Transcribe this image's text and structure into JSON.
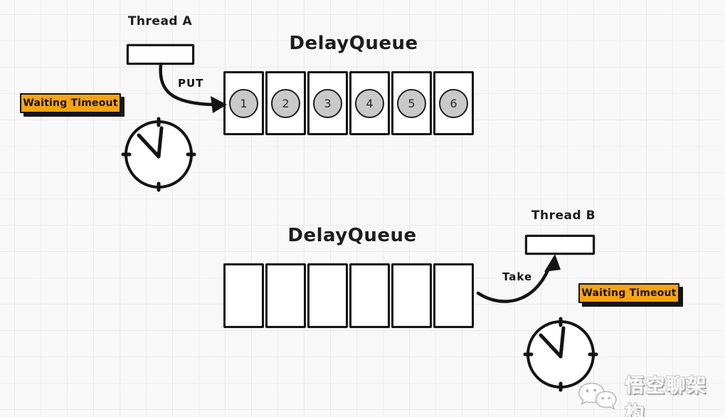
{
  "top_section": {
    "thread_label": "Thread A",
    "queue_title": "DelayQueue",
    "action_label": "PUT",
    "timeout_badge": "Waiting Timeout",
    "queue_items": [
      "1",
      "2",
      "3",
      "4",
      "5",
      "6"
    ]
  },
  "bottom_section": {
    "thread_label": "Thread B",
    "queue_title": "DelayQueue",
    "action_label": "Take",
    "timeout_badge": "Waiting Timeout",
    "queue_slots": 6
  },
  "watermark": {
    "text": "悟空聊架构",
    "icon": "wechat-chat-bubbles-icon"
  },
  "colors": {
    "badge_orange": "#F7A412",
    "ink_black": "#1A1A1A",
    "item_circle_fill": "#C9C9C9",
    "background": "#F8F8F8",
    "grid_line": "#ECECEC"
  }
}
